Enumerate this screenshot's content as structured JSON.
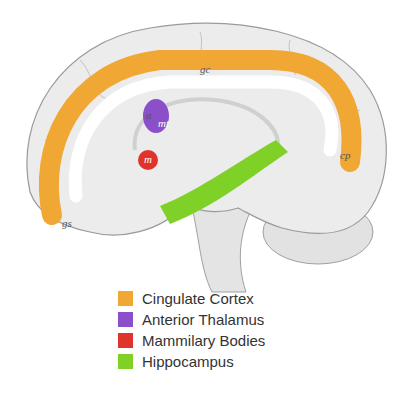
{
  "diagram": {
    "labels": [
      "gc",
      "cp",
      "gs",
      "a",
      "mt",
      "m"
    ],
    "legend": [
      {
        "text": "Cingulate Cortex",
        "color": "#f0a733"
      },
      {
        "text": "Anterior Thalamus",
        "color": "#8a4fc9"
      },
      {
        "text": "Mammilary Bodies",
        "color": "#e0332b"
      },
      {
        "text": "Hippocampus",
        "color": "#7fd128"
      }
    ]
  }
}
